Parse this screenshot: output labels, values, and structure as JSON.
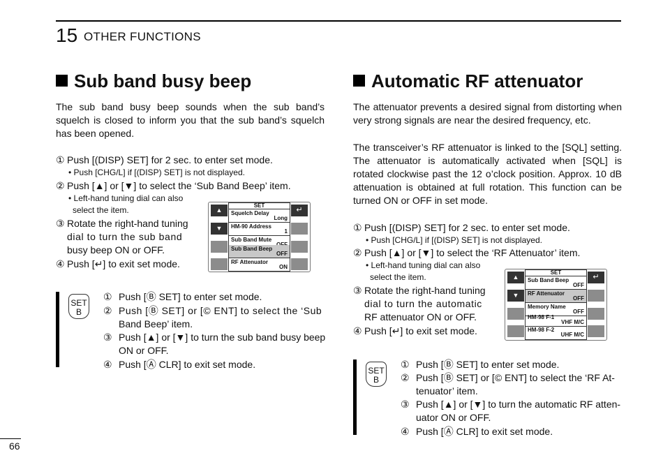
{
  "header": {
    "chapter_number": "15",
    "chapter_title": "OTHER FUNCTIONS"
  },
  "left": {
    "title": "Sub band busy beep",
    "intro": "The sub band busy beep sounds when the sub band’s squelch is closed to inform you that the sub band’s squelch has been opened.",
    "steps": [
      {
        "num": "①",
        "text": "Push [(DISP) SET] for 2 sec. to enter set mode."
      },
      {
        "num": "②",
        "text": "Push [▲] or [▼] to select the ‘Sub Band Beep’ item."
      },
      {
        "num": "③",
        "lines": [
          "Rotate the right-hand tuning",
          "dial to turn the sub band",
          "busy beep ON or OFF."
        ]
      },
      {
        "num": "④",
        "text": "Push [↵] to exit set mode."
      }
    ],
    "notes": {
      "n1": "• Push [CHG/L] if [(DISP) SET] is not displayed.",
      "n2a": "• Left-hand tuning dial can also",
      "n2b": "select the item."
    },
    "panel": {
      "header": "SET",
      "up": "▲",
      "down": "▼",
      "enter": "↵",
      "rows": [
        {
          "label": "Squelch  Delay",
          "value": "Long"
        },
        {
          "label": "HM-90  Address",
          "value": "1"
        },
        {
          "label": "Sub  Band  Mute",
          "value": "OFF"
        },
        {
          "label": "Sub  Band  Beep",
          "value": "OFF"
        },
        {
          "label": "RF  Attenuator",
          "value": "ON"
        }
      ]
    },
    "key": {
      "top": "SET",
      "bottom": "B"
    },
    "remote_steps": [
      {
        "num": "①",
        "text": "Push [Ⓑ SET] to enter set mode."
      },
      {
        "num": "②",
        "lines": [
          "Push [Ⓑ SET] or [© ENT] to select the ‘Sub",
          "Band Beep’ item."
        ]
      },
      {
        "num": "③",
        "lines": [
          "Push [▲] or [▼] to turn the sub band busy beep",
          "ON or OFF."
        ]
      },
      {
        "num": "④",
        "text": "Push [Ⓐ CLR] to exit set mode."
      }
    ]
  },
  "right": {
    "title": "Automatic RF attenuator",
    "intro": "The attenuator prevents a desired signal from distorting when very strong signals are near the desired frequency, etc.",
    "para2": "The transceiver’s RF attenuator is linked to the [SQL] setting. The attenuator is automatically activated when [SQL] is rotated clockwise past the 12 o’clock position. Approx. 10 dB attenuation is obtained at full rotation. This function can be turned ON or OFF in set mode.",
    "steps": [
      {
        "num": "①",
        "text": "Push [(DISP) SET] for 2 sec. to enter set mode."
      },
      {
        "num": "②",
        "text": "Push [▲] or [▼] to select the ‘RF Attenuator’ item."
      },
      {
        "num": "③",
        "lines": [
          "Rotate the right-hand tuning",
          "dial to turn the automatic",
          "RF attenuator ON or OFF."
        ]
      },
      {
        "num": "④",
        "text": "Push [↵] to exit set mode."
      }
    ],
    "notes": {
      "n1": "• Push [CHG/L] if [(DISP) SET] is not displayed.",
      "n2a": "• Left-hand tuning dial can also",
      "n2b": "select the item."
    },
    "panel": {
      "header": "SET",
      "up": "▲",
      "down": "▼",
      "enter": "↵",
      "rows": [
        {
          "label": "Sub  Band  Beep",
          "value": "OFF"
        },
        {
          "label": "RF  Attenuator",
          "value": "OFF"
        },
        {
          "label": "Memory  Name",
          "value": "OFF"
        },
        {
          "label": "HM-98  F-1",
          "value": "VHF  M/C"
        },
        {
          "label": "HM-98  F-2",
          "value": "UHF  M/C"
        }
      ]
    },
    "key": {
      "top": "SET",
      "bottom": "B"
    },
    "remote_steps": [
      {
        "num": "①",
        "text": "Push [Ⓑ SET] to enter set mode."
      },
      {
        "num": "②",
        "lines": [
          "Push [Ⓑ SET] or [© ENT] to select the ‘RF At-",
          "tenuator’ item."
        ]
      },
      {
        "num": "③",
        "lines": [
          "Push [▲] or [▼] to turn the automatic RF atten-",
          "uator ON or OFF."
        ]
      },
      {
        "num": "④",
        "text": "Push [Ⓐ CLR] to exit set mode."
      }
    ]
  },
  "footer": {
    "page_number": "66"
  }
}
